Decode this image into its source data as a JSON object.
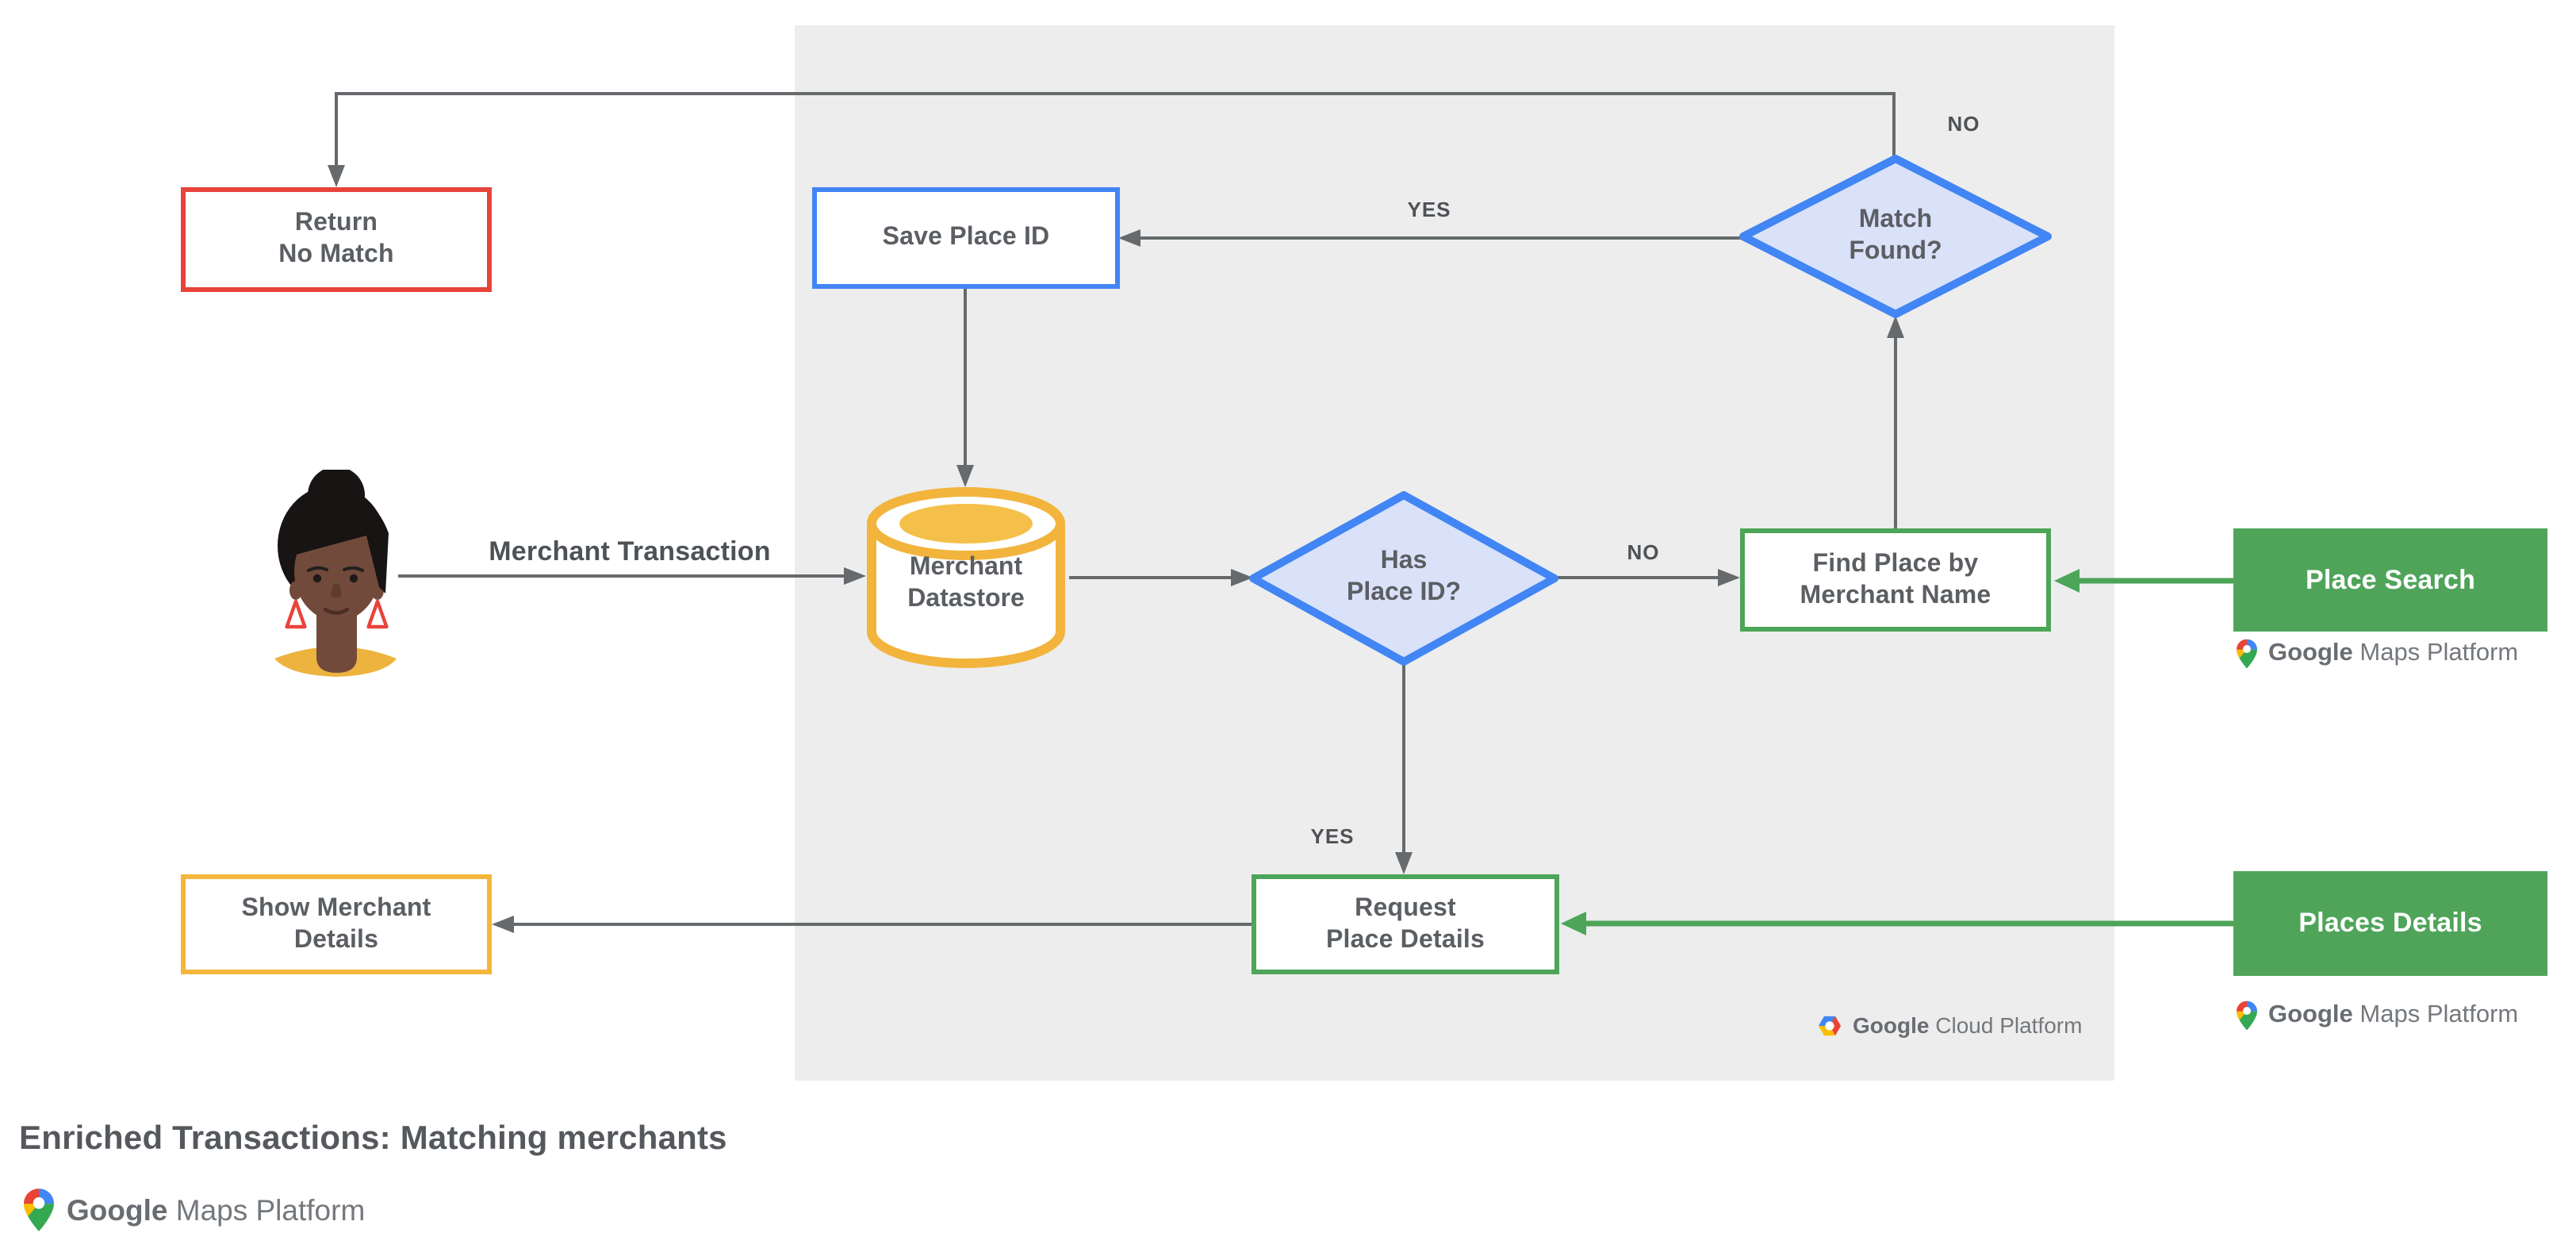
{
  "title": "Enriched Transactions: Matching merchants",
  "nodes": {
    "return_no_match": {
      "line1": "Return",
      "line2": "No Match"
    },
    "save_place_id": {
      "label": "Save Place ID"
    },
    "match_found": {
      "line1": "Match",
      "line2": "Found?"
    },
    "merchant_datastore": {
      "line1": "Merchant",
      "line2": "Datastore"
    },
    "has_place_id": {
      "line1": "Has",
      "line2": "Place ID?"
    },
    "find_place_by_merchant_name": {
      "line1": "Find Place by",
      "line2": "Merchant Name"
    },
    "place_search": {
      "label": "Place Search"
    },
    "request_place_details": {
      "line1": "Request",
      "line2": "Place Details"
    },
    "places_details": {
      "label": "Places Details"
    },
    "show_merchant_details": {
      "line1": "Show Merchant",
      "line2": "Details"
    }
  },
  "edge_labels": {
    "match_found_no": "NO",
    "match_found_yes": "YES",
    "has_place_id_no": "NO",
    "has_place_id_yes": "YES",
    "merchant_transaction": "Merchant Transaction"
  },
  "logos": {
    "google_maps_platform": {
      "google": "Google",
      "product": "Maps Platform"
    },
    "google_cloud_platform": {
      "google": "Google",
      "product": "Cloud Platform"
    }
  },
  "colors": {
    "red_border": "#E8433A",
    "blue_border": "#4285F4",
    "diamond_fill": "#D9E2F9",
    "yellow_border": "#F5B63C",
    "green_border": "#4CA558",
    "green_fill": "#4FA45A",
    "panel_gray": "#EDEDED",
    "arrow_gray": "#666A6D",
    "node_text": "#5B5E62",
    "maps_pin_red": "#EA4335",
    "maps_pin_blue": "#4285F4",
    "maps_pin_yellow": "#FBBC04",
    "maps_pin_green": "#34A853"
  }
}
